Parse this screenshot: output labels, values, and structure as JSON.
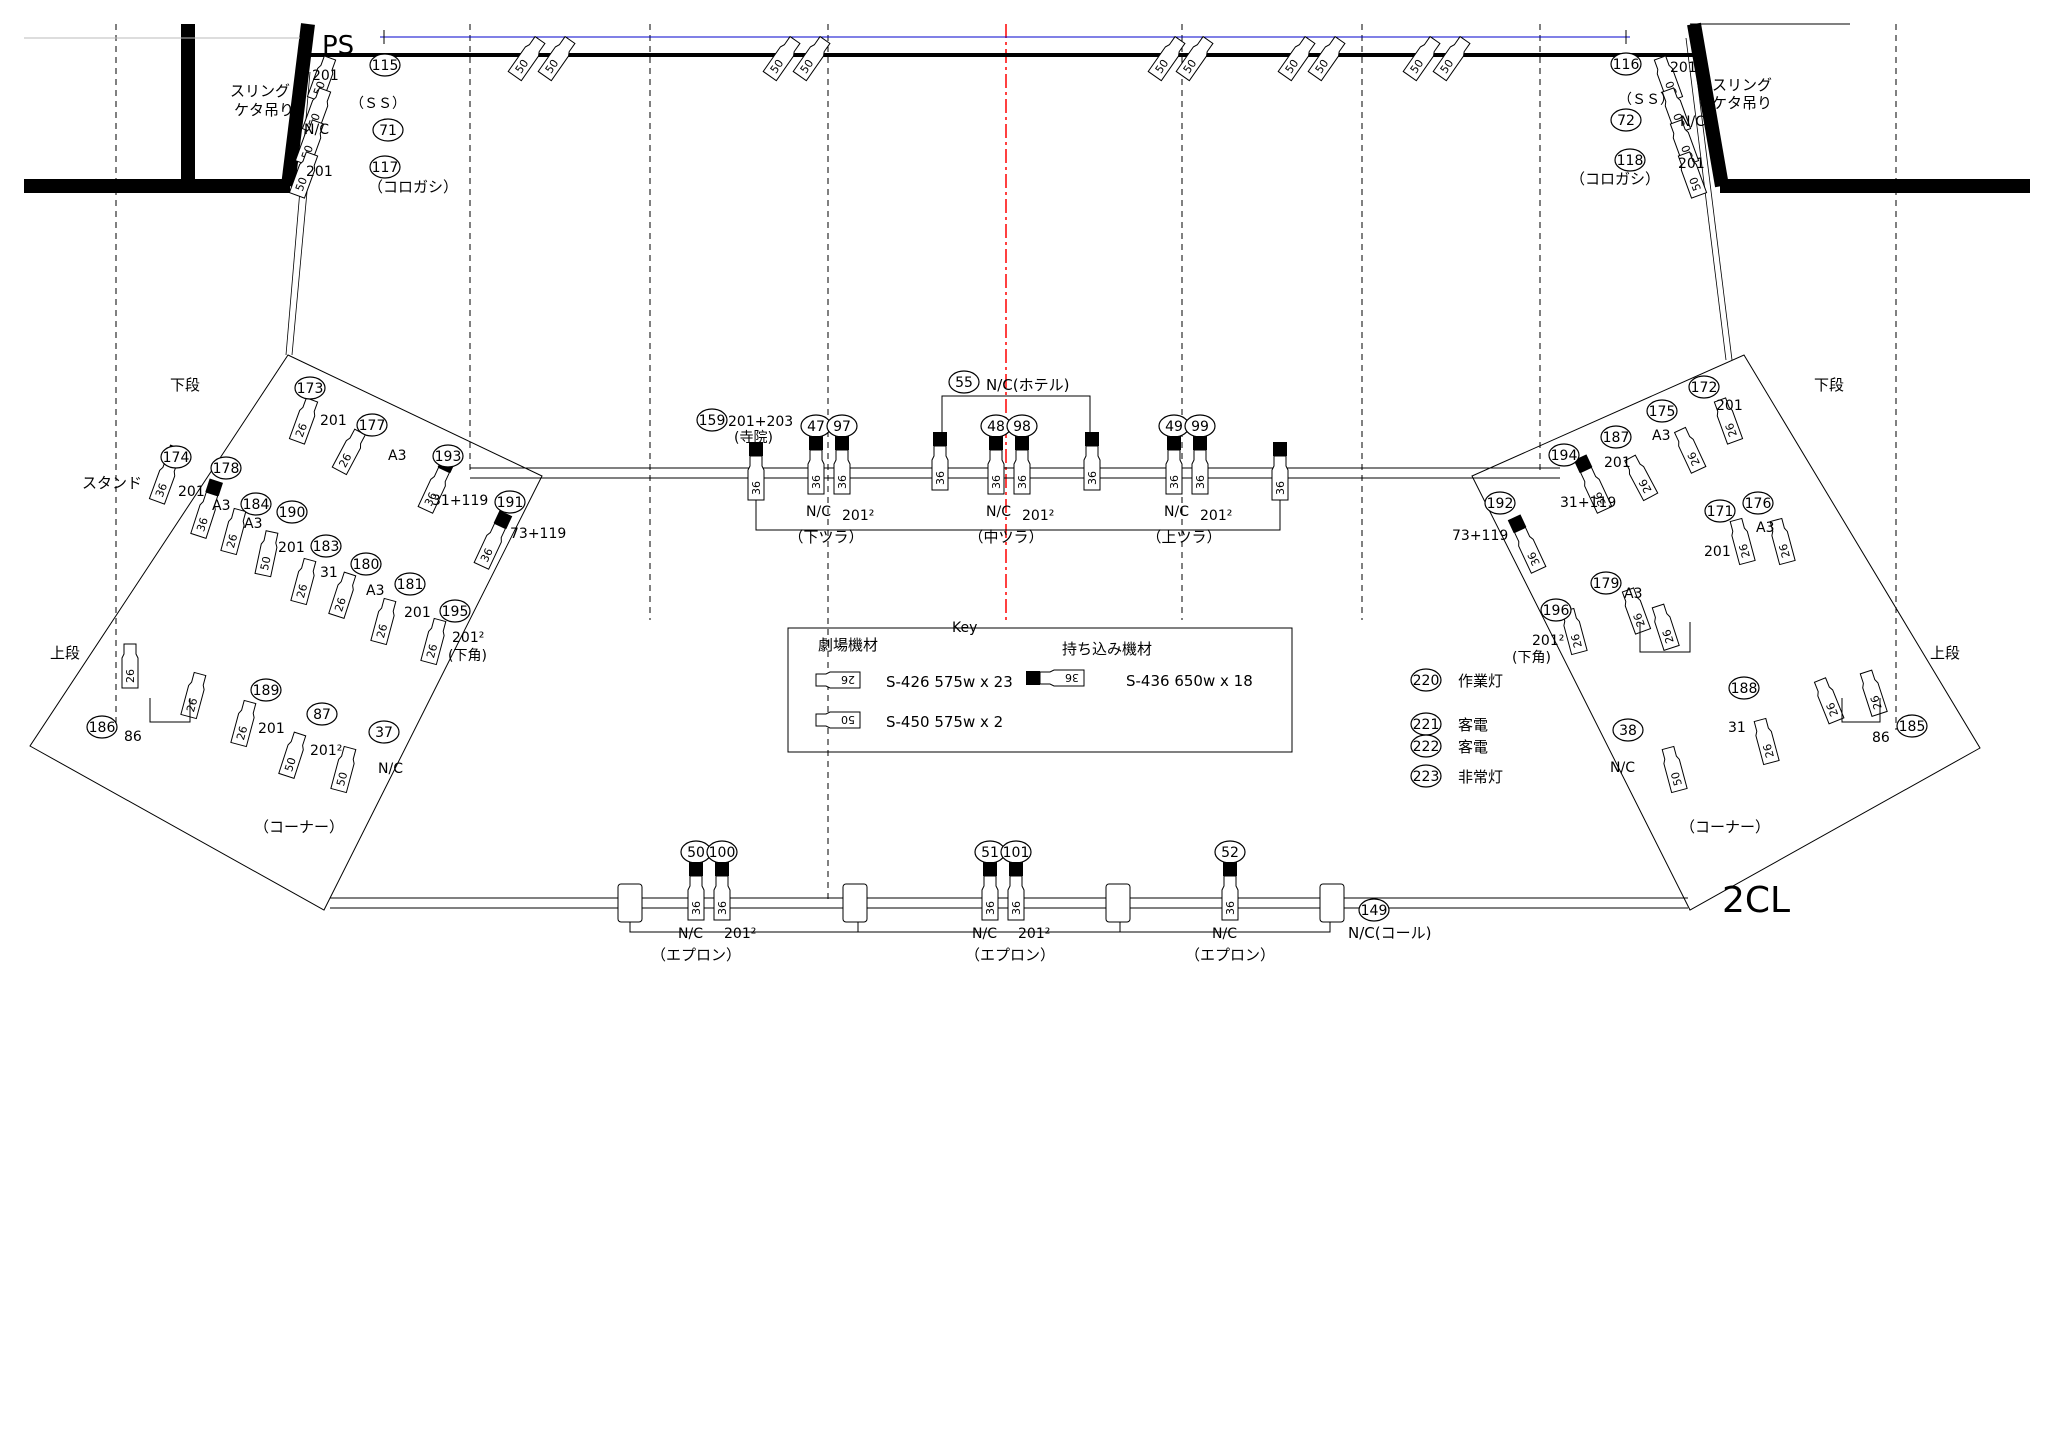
{
  "colors": {
    "line": "#000000",
    "accent": "#0000cc",
    "centerline": "#ff0000",
    "dimmer": "#33cccc"
  },
  "top": {
    "ps_label": "PS",
    "truss_labels": [
      "50",
      "50",
      "50",
      "50",
      "50",
      "50",
      "50",
      "50",
      "50",
      "50"
    ],
    "left_sling": [
      "スリング",
      "ケタ吊り"
    ],
    "right_sling": [
      "スリング",
      "ケタ吊り"
    ],
    "left_items": [
      {
        "ch": "115",
        "note": "201",
        "lamp": "50"
      },
      {
        "ch": "",
        "note": "N/C",
        "lamp": "50"
      },
      {
        "ch": "71",
        "note": "201",
        "lamp": "50"
      },
      {
        "ch": "117",
        "note": "（コロガシ）",
        "lamp": "50"
      }
    ],
    "left_ss": "（ＳＳ）",
    "right_items": [
      {
        "ch": "116",
        "note": "201",
        "lamp": "50"
      },
      {
        "ch": "72",
        "note": "N/C",
        "lamp": "50"
      },
      {
        "ch": "118",
        "note": "201",
        "lamp": "50"
      },
      {
        "ch": "",
        "note": "（コロガシ）",
        "lamp": "50"
      }
    ],
    "right_ss": "（ＳＳ）"
  },
  "left_wing": {
    "gedan": "下段",
    "jodan": "上段",
    "stand": "スタンド",
    "corner": "（コーナー）",
    "numbers": [
      "173",
      "177",
      "193",
      "191",
      "174",
      "178",
      "184",
      "190",
      "183",
      "180",
      "181",
      "195",
      "189",
      "87",
      "37",
      "186"
    ],
    "notes": [
      "201",
      "A3",
      "31+119",
      "73+119",
      "201",
      "A3",
      "A3",
      "201",
      "31",
      "A3",
      "201",
      "201²",
      "(下角)",
      "201",
      "201²",
      "N/C",
      "86"
    ],
    "lamps": [
      "26",
      "26",
      "36",
      "36",
      "36",
      "36",
      "26",
      "50",
      "26",
      "26",
      "26",
      "26",
      "26",
      "26",
      "26",
      "50",
      "50"
    ]
  },
  "right_wing": {
    "gedan": "下段",
    "jodan": "上段",
    "corner": "（コーナー）",
    "numbers": [
      "172",
      "175",
      "187",
      "194",
      "192",
      "171",
      "176",
      "179",
      "196",
      "188",
      "38",
      "185"
    ],
    "notes": [
      "201",
      "A3",
      "201",
      "31+119",
      "73+119",
      "201",
      "A3",
      "A3",
      "201²",
      "(下角)",
      "31",
      "N/C",
      "86"
    ],
    "lamps": [
      "26",
      "26",
      "26",
      "36",
      "36",
      "26",
      "26",
      "26",
      "26",
      "26",
      "26",
      "50",
      "26",
      "26"
    ]
  },
  "bridge": {
    "ch159": "159",
    "note159": [
      "201+203",
      "(寺院)"
    ],
    "groups": [
      {
        "chs": [
          "47",
          "97"
        ],
        "notes": [
          "N/C",
          "201²"
        ],
        "label": "（下ツラ）"
      },
      {
        "chs": [
          "48",
          "98"
        ],
        "notes": [
          "N/C",
          "201²"
        ],
        "label": "（中ツラ）"
      },
      {
        "chs": [
          "49",
          "99"
        ],
        "notes": [
          "N/C",
          "201²"
        ],
        "label": "（上ツラ）"
      }
    ],
    "ch55": "55",
    "note55": "N/C(ホテル)",
    "lamp": "36"
  },
  "apron": {
    "groups": [
      {
        "chs": [
          "50",
          "100"
        ],
        "notes": [
          "N/C",
          "201²"
        ],
        "label": "（エプロン）"
      },
      {
        "chs": [
          "51",
          "101"
        ],
        "notes": [
          "N/C",
          "201²"
        ],
        "label": "（エプロン）"
      },
      {
        "chs": [
          "52"
        ],
        "notes": [
          "N/C"
        ],
        "label": "（エプロン）"
      }
    ],
    "ch149": "149",
    "note149": "N/C(コール)",
    "title": "2CL",
    "lamp": "36"
  },
  "key": {
    "title": "Key",
    "theatre": "劇場機材",
    "brought": "持ち込み機材",
    "rows": [
      {
        "lamp": "26",
        "text": "S-426 575w x 23"
      },
      {
        "lamp": "50",
        "text": "S-450 575w x 2"
      },
      {
        "lamp": "36",
        "text": "S-436 650w x 18"
      }
    ]
  },
  "legend2": [
    {
      "ch": "220",
      "label": "作業灯"
    },
    {
      "ch": "221",
      "label": "客電"
    },
    {
      "ch": "222",
      "label": "客電"
    },
    {
      "ch": "223",
      "label": "非常灯"
    }
  ]
}
